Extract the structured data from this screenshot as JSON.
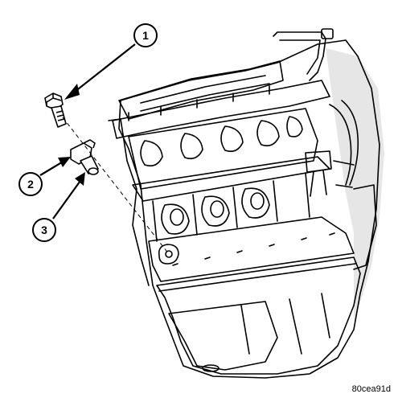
{
  "callouts": [
    {
      "number": "1",
      "part": "bolt"
    },
    {
      "number": "2",
      "part": "sensor-connector"
    },
    {
      "number": "3",
      "part": "sensor-body"
    }
  ],
  "figure_code": "80cea91d",
  "colors": {
    "line": "#000000",
    "background": "#ffffff",
    "shading": "#d9d9d9"
  }
}
